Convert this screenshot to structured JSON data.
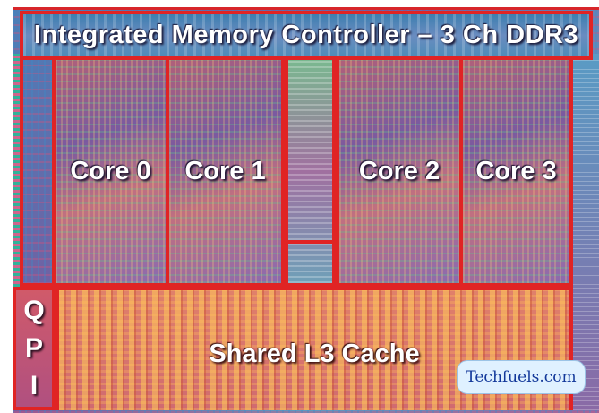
{
  "memory_controller": {
    "label": "Integrated Memory Controller – 3 Ch DDR3"
  },
  "cores": [
    {
      "label": "Core 0"
    },
    {
      "label": "Core 1"
    },
    {
      "label": "Core 2"
    },
    {
      "label": "Core 3"
    }
  ],
  "qpi": {
    "letters": [
      "Q",
      "P",
      "I"
    ]
  },
  "l3_cache": {
    "label": "Shared L3 Cache"
  },
  "watermark": {
    "text": "Techfuels.com"
  },
  "colors": {
    "region_border": "#e02424",
    "label_text": "#ffffff",
    "watermark_text": "#12389a"
  }
}
